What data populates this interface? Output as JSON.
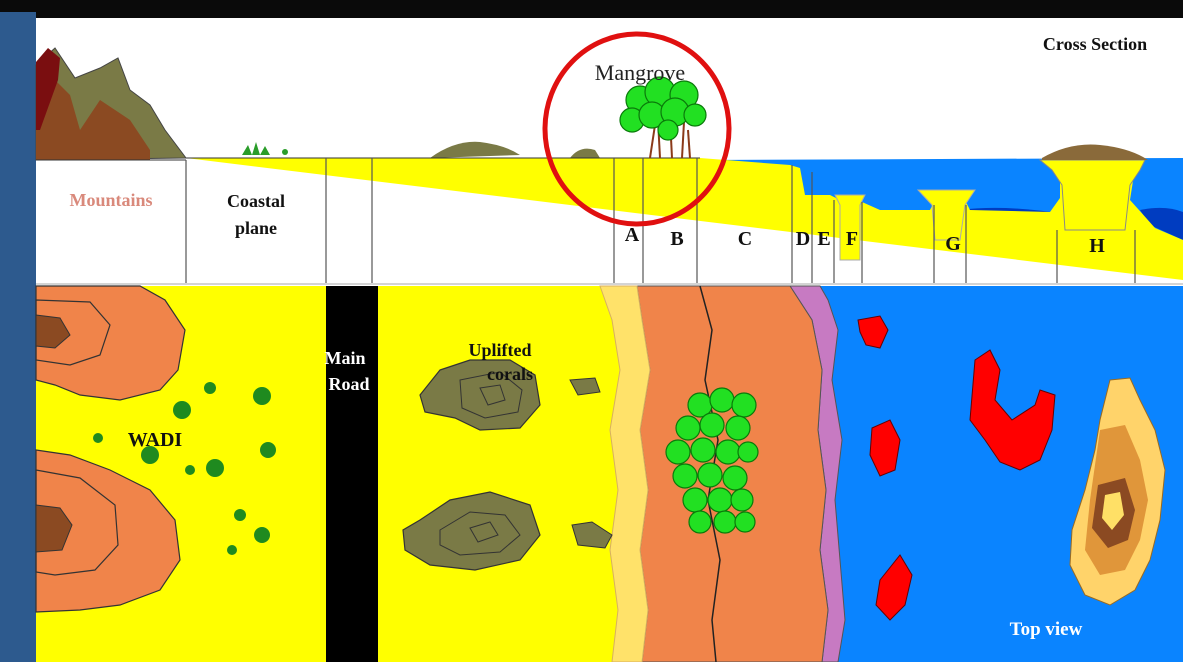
{
  "title": "Cross Section",
  "highlight_label": "Mangrove",
  "cross_section": {
    "zones": [
      "Mountains",
      "Coastal",
      "plane",
      "A",
      "B",
      "C",
      "D",
      "E",
      "F",
      "G",
      "H"
    ]
  },
  "top_view": {
    "labels": {
      "wadi": "WADI",
      "road_line1": "Main",
      "road_line2": "Road",
      "corals_line1": "Uplifted",
      "corals_line2": "corals",
      "view": "Top view"
    }
  },
  "colors": {
    "frame": "#2d5a8e",
    "sand": "#ffff00",
    "sea": "#0a84ff",
    "mountain_text": "#d9897b",
    "highlight_circle": "#e01010",
    "mangrove": "#22e022",
    "reef": "#f0844a",
    "lagoon_edge": "#c77ac2",
    "red_coral": "#ff0000"
  }
}
